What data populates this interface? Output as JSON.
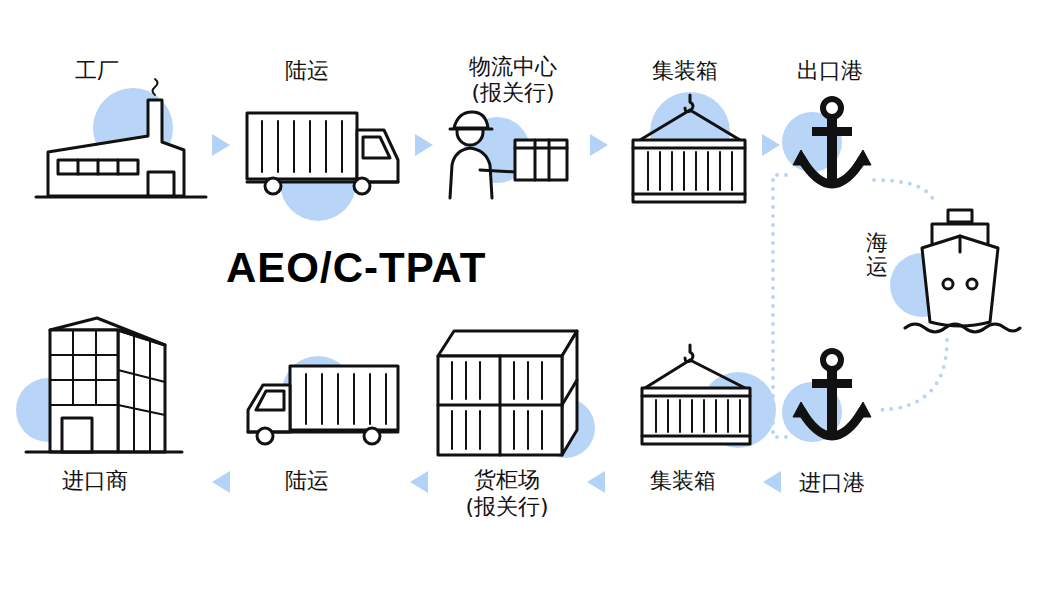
{
  "diagram": {
    "title": "AEO/C-TPAT",
    "nodes": [
      {
        "text": [
          "工厂"
        ]
      },
      {
        "text": [
          "陆运"
        ]
      },
      {
        "text": [
          "物流中心",
          "(报关行)"
        ]
      },
      {
        "text": [
          "集装箱"
        ]
      },
      {
        "text": [
          "出口港"
        ]
      },
      {
        "text": [
          "海运"
        ]
      },
      {
        "text": [
          "进口港"
        ]
      },
      {
        "text": [
          "集装箱"
        ]
      },
      {
        "text": [
          "货柜场",
          "(报关行)"
        ]
      },
      {
        "text": [
          "陆运"
        ]
      },
      {
        "text": [
          "进口商"
        ]
      }
    ],
    "edges": [
      {
        "from": 0,
        "to": 1,
        "arrow": "to"
      },
      {
        "from": 1,
        "to": 2,
        "arrow": "to"
      },
      {
        "from": 2,
        "to": 3,
        "arrow": "to"
      },
      {
        "from": 3,
        "to": 4,
        "arrow": "to"
      },
      {
        "from": 4,
        "to": 5,
        "arrow": "none"
      },
      {
        "from": 5,
        "to": 6,
        "arrow": "none"
      },
      {
        "from": 4,
        "to": 6,
        "arrow": "none"
      },
      {
        "from": 6,
        "to": 7,
        "arrow": "to"
      },
      {
        "from": 7,
        "to": 8,
        "arrow": "to"
      },
      {
        "from": 8,
        "to": 9,
        "arrow": "to"
      },
      {
        "from": 9,
        "to": 10,
        "arrow": "to"
      }
    ]
  }
}
